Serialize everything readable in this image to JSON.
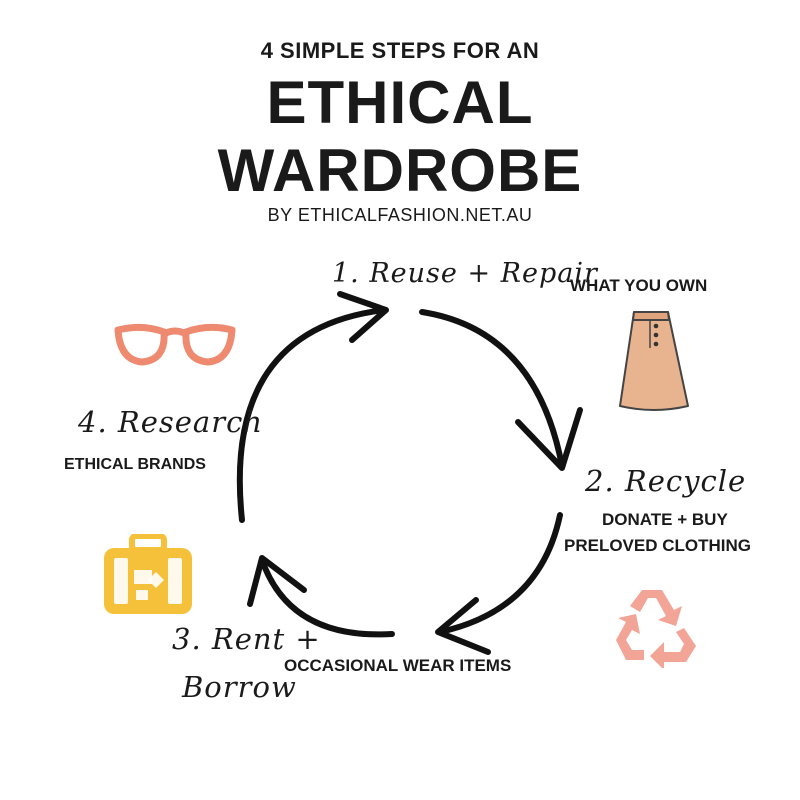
{
  "header": {
    "pretitle": "4 SIMPLE STEPS FOR AN",
    "title_line1": "ETHICAL",
    "title_line2": "WARDROBE",
    "byline": "BY ETHICALFASHION.NET.AU"
  },
  "steps": [
    {
      "title": "1. Reuse + Repair",
      "subtitle": "WHAT YOU OWN",
      "icon": "skirt-icon",
      "icon_color": "#e8b38f"
    },
    {
      "title": "2. Recycle",
      "subtitle_line1": "DONATE + BUY",
      "subtitle_line2": "PRELOVED CLOTHING",
      "icon": "recycle-icon",
      "icon_color": "#f2a497"
    },
    {
      "title_line1": "3. Rent +",
      "title_line2": "Borrow",
      "subtitle": "OCCASIONAL WEAR ITEMS",
      "icon": "suitcase-icon",
      "icon_color": "#f5c13a"
    },
    {
      "title": "4. Research",
      "subtitle": "ETHICAL BRANDS",
      "icon": "glasses-icon",
      "icon_color": "#ee8a70"
    }
  ],
  "colors": {
    "arrows": "#111111",
    "text": "#1a1a1a",
    "background": "#ffffff"
  }
}
